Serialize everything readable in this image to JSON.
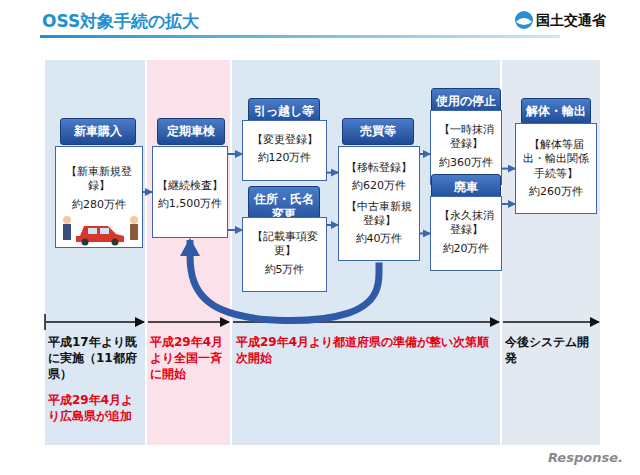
{
  "diagram": {
    "title": "OSS対象手続の拡大",
    "nodes": [
      {
        "text": [
          "新車購入"
        ]
      },
      {
        "text": [
          "【新車新規登録】",
          "約280万件"
        ]
      },
      {
        "text": [
          "定期車検"
        ]
      },
      {
        "text": [
          "【継続検査】",
          "約1,500万件"
        ]
      },
      {
        "text": [
          "引っ越し等"
        ]
      },
      {
        "text": [
          "【変更登録】",
          "約120万件"
        ]
      },
      {
        "text": [
          "住所・氏名変更"
        ]
      },
      {
        "text": [
          "【記載事項変更】",
          "約5万件"
        ]
      },
      {
        "text": [
          "売買等"
        ]
      },
      {
        "text": [
          "【移転登録】",
          "約620万件",
          "【中古車新規登録】",
          "約40万件"
        ]
      },
      {
        "text": [
          "使用の停止"
        ]
      },
      {
        "text": [
          "【一時抹消登録】",
          "約360万件"
        ]
      },
      {
        "text": [
          "廃車"
        ]
      },
      {
        "text": [
          "【永久抹消登録】",
          "約20万件"
        ]
      },
      {
        "text": [
          "解体・輸出"
        ]
      },
      {
        "text": [
          "【解体等届出・輸出関係手続等】",
          "約260万件"
        ]
      }
    ],
    "edges": [
      {
        "from": 1,
        "to": 3,
        "arrow": "to"
      },
      {
        "from": 3,
        "to": 5,
        "arrow": "to"
      },
      {
        "from": 3,
        "to": 7,
        "arrow": "to"
      },
      {
        "from": 5,
        "to": 9,
        "arrow": "to"
      },
      {
        "from": 7,
        "to": 9,
        "arrow": "to"
      },
      {
        "from": 9,
        "to": 11,
        "arrow": "to"
      },
      {
        "from": 9,
        "to": 13,
        "arrow": "to"
      },
      {
        "from": 11,
        "to": 15,
        "arrow": "to"
      },
      {
        "from": 13,
        "to": 15,
        "arrow": "to"
      },
      {
        "from": 9,
        "to": 3,
        "arrow": "to"
      }
    ],
    "labels": [
      "国土交通省",
      "平成17年より既に実施（11都府県）",
      "平成29年4月より広島県が追加",
      "平成29年4月より全国一斉に開始",
      "平成29年4月より都道府県の準備が整い次第順次開始",
      "今後システム開発",
      "Response."
    ]
  }
}
